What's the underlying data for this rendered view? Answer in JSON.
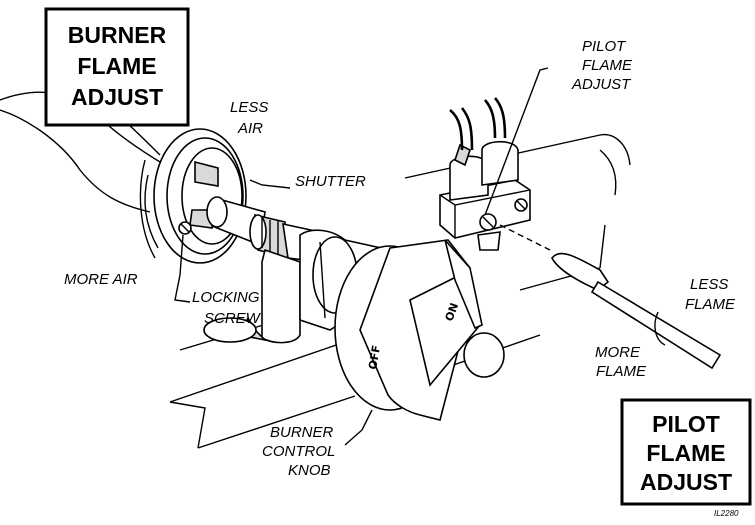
{
  "boxes": {
    "burner_title": [
      "BURNER",
      "FLAME",
      "ADJUST"
    ],
    "pilot_title": [
      "PILOT",
      "FLAME",
      "ADJUST"
    ]
  },
  "labels": {
    "less_air": [
      "LESS",
      "AIR"
    ],
    "more_air": "MORE AIR",
    "shutter": "SHUTTER",
    "locking_screw": [
      "LOCKING",
      "SCREW"
    ],
    "pilot_flame_adjust": [
      "PILOT",
      "FLAME",
      "ADJUST"
    ],
    "burner_control_knob": [
      "BURNER",
      "CONTROL",
      "KNOB"
    ],
    "less_flame": [
      "LESS",
      "FLAME"
    ],
    "more_flame": [
      "MORE",
      "FLAME"
    ]
  },
  "knob": {
    "on_label": "ON",
    "off_label": "OFF"
  },
  "figure_code": "IL2280"
}
